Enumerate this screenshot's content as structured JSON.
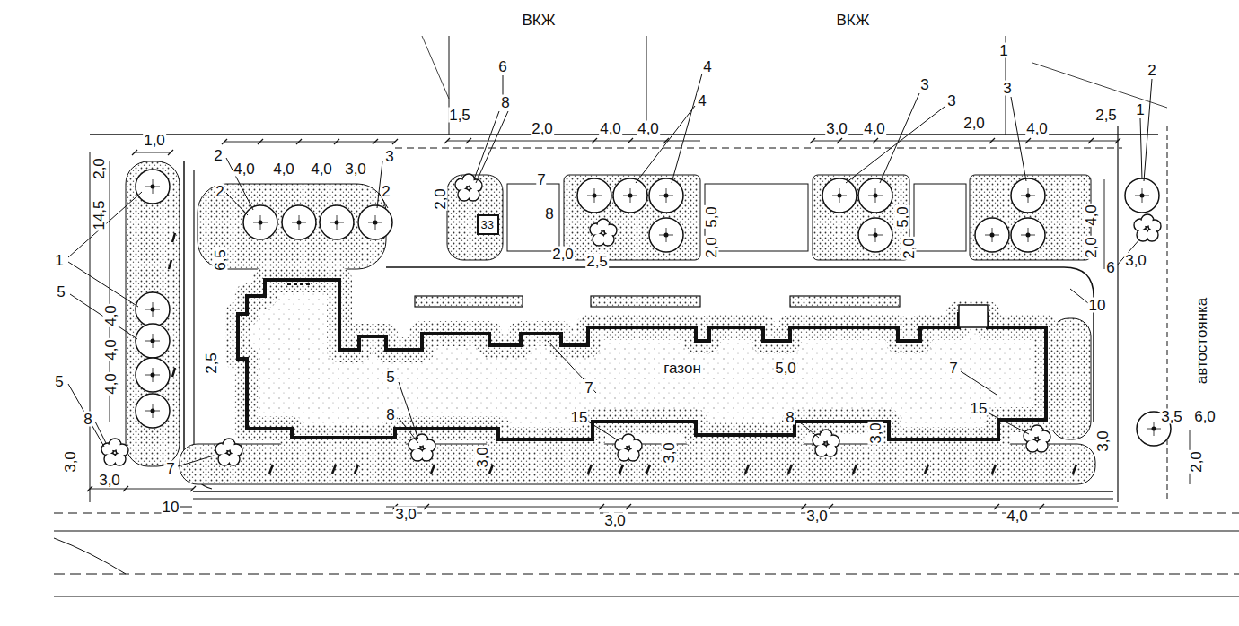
{
  "diagram": {
    "nodes": [
      {
        "text": [
          "33"
        ]
      }
    ],
    "labels": [
      "ВКЖ",
      "ВКЖ",
      "6",
      "8",
      "4",
      "4",
      "1",
      "3",
      "3",
      "3",
      "2",
      "1",
      "2,5",
      "1,5",
      "2,0",
      "4,0",
      "4,0",
      "3,0",
      "4,0",
      "2,0",
      "4,0",
      "1,0",
      "4,0",
      "4,0",
      "4,0",
      "3,0",
      "3",
      "2",
      "2",
      "2",
      "2,0",
      "14,5",
      "7",
      "2,0",
      "8",
      "2,0",
      "2,5",
      "5,0",
      "2,0",
      "5,0",
      "2,0",
      "4,0",
      "2,0",
      "6",
      "3,0",
      "1",
      "5",
      "4,0",
      "4,0",
      "4,0",
      "6,5",
      "2,5",
      "5",
      "7",
      "газон",
      "5,0",
      "7",
      "8",
      "15",
      "8",
      "15",
      "10",
      "автостоянка",
      "3,5",
      "6,0",
      "2,0",
      "5",
      "8",
      "3,0",
      "3,0",
      "7",
      "10",
      "3,0",
      "3,0",
      "3,0",
      "3,0",
      "3,0",
      "3,0",
      "3,0",
      "4,0"
    ]
  }
}
